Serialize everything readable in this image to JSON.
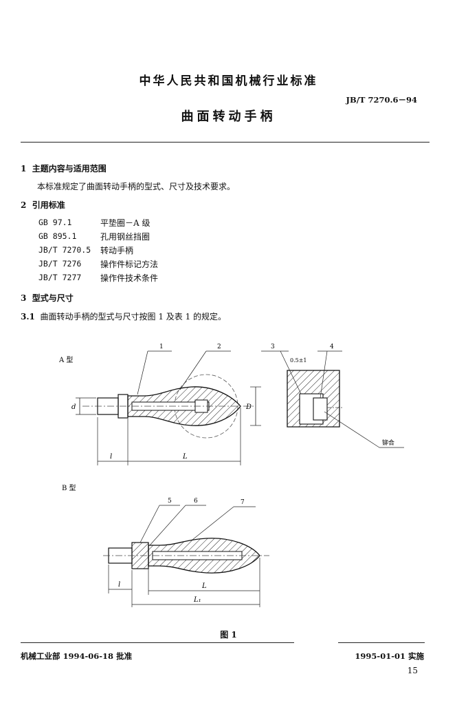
{
  "header": {
    "organization": "中华人民共和国机械行业标准",
    "standard_number": "JB/T 7270.6－94",
    "title": "曲面转动手柄"
  },
  "sections": {
    "s1": {
      "number": "1",
      "heading": "主题内容与适用范围",
      "text": "本标准规定了曲面转动手柄的型式、尺寸及技术要求。"
    },
    "s2": {
      "number": "2",
      "heading": "引用标准",
      "refs": [
        {
          "code": "GB 97.1",
          "name": "平垫圈－A 级"
        },
        {
          "code": "GB 895.1",
          "name": "孔用钢丝挡圈"
        },
        {
          "code": "JB/T 7270.5",
          "name": "转动手柄"
        },
        {
          "code": "JB/T 7276",
          "name": "操作件标记方法"
        },
        {
          "code": "JB/T 7277",
          "name": "操作件技术条件"
        }
      ]
    },
    "s3": {
      "number": "3",
      "heading": "型式与尺寸"
    },
    "s3_1": {
      "number": "3.1",
      "text": "曲面转动手柄的型式与尺寸按图 1 及表 1 的规定。"
    }
  },
  "figure": {
    "type_a": "A 型",
    "type_b": "B 型",
    "callouts": [
      "1",
      "2",
      "3",
      "4",
      "5",
      "6",
      "7"
    ],
    "dim_d": "d",
    "dim_D": "D",
    "dim_l": "l",
    "dim_L": "L",
    "dim_L1": "L₁",
    "fit_note": "0.5±1",
    "rivet_note": "铆合",
    "caption": "图 1"
  },
  "footer": {
    "approval": "机械工业部 1994-06-18 批准",
    "effective": "1995-01-01 实施",
    "page": "15"
  }
}
